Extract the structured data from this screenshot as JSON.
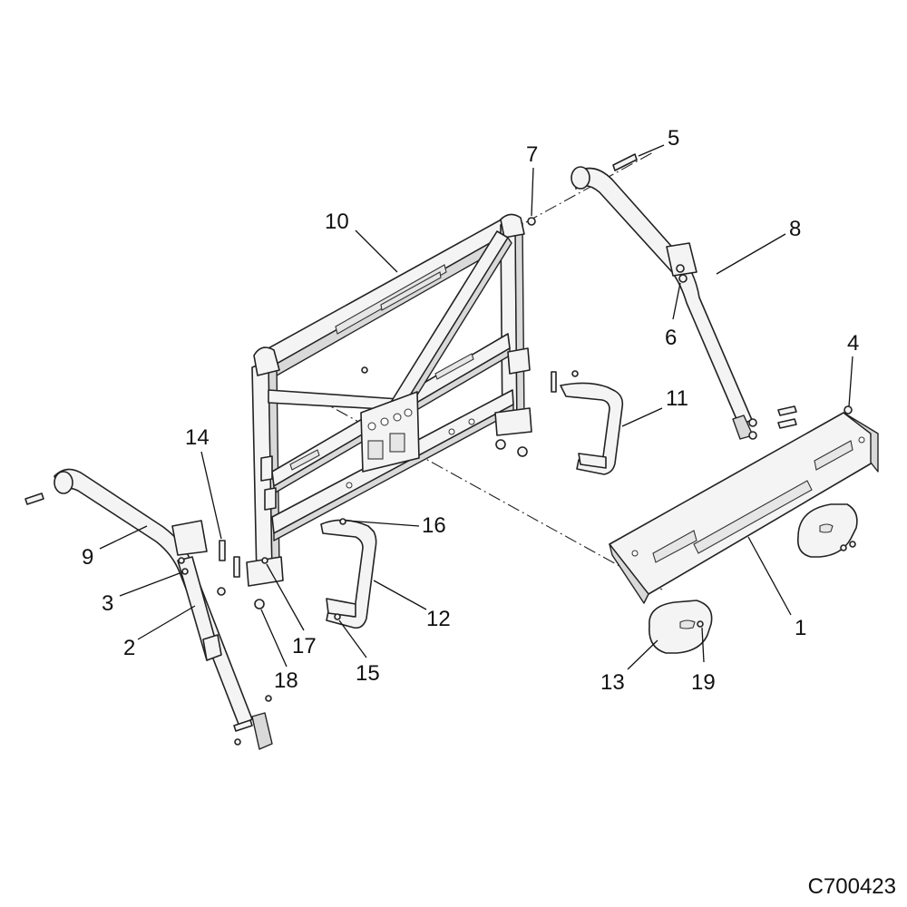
{
  "diagram": {
    "code": "C700423",
    "callouts": [
      "1",
      "2",
      "3",
      "4",
      "5",
      "6",
      "7",
      "8",
      "9",
      "10",
      "11",
      "12",
      "13",
      "14",
      "15",
      "16",
      "17",
      "18",
      "19"
    ]
  }
}
